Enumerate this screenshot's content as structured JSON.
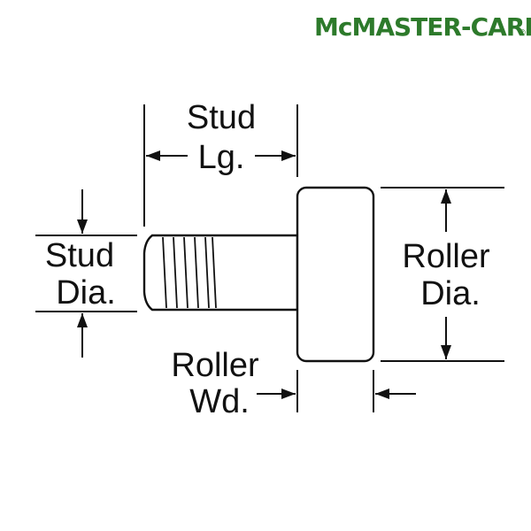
{
  "logo": {
    "text": "McMASTER-CARR",
    "registered": "®",
    "color": "#2d7a2b"
  },
  "labels": {
    "stud_length_1": "Stud",
    "stud_length_2": "Lg.",
    "stud_dia_1": "Stud",
    "stud_dia_2": "Dia.",
    "roller_dia_1": "Roller",
    "roller_dia_2": "Dia.",
    "roller_wd_1": "Roller",
    "roller_wd_2": "Wd."
  },
  "line_color": "#111111"
}
